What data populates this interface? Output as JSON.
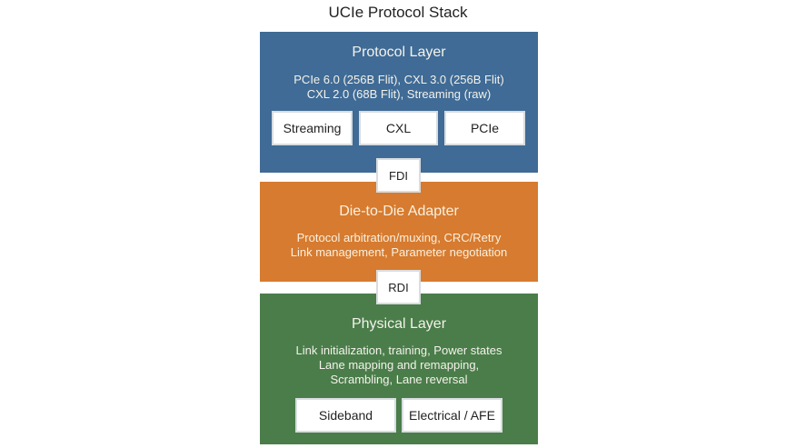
{
  "diagram": {
    "title": "UCIe Protocol Stack",
    "colors": {
      "protocol_layer": "#3f6b96",
      "adapter_layer": "#d67b2f",
      "physical_layer": "#4a7d4a",
      "sub_box": "#ffffff"
    },
    "layers": {
      "protocol": {
        "title": "Protocol Layer",
        "description_lines": [
          "PCIe 6.0 (256B Flit), CXL 3.0 (256B Flit)",
          "CXL 2.0 (68B Flit), Streaming (raw)"
        ],
        "boxes": [
          "Streaming",
          "CXL",
          "PCIe"
        ]
      },
      "adapter": {
        "title": "Die-to-Die Adapter",
        "description_lines": [
          "Protocol arbitration/muxing, CRC/Retry",
          "Link management, Parameter negotiation"
        ]
      },
      "physical": {
        "title": "Physical Layer",
        "description_lines": [
          "Link initialization, training, Power states",
          "Lane mapping and remapping,",
          "Scrambling, Lane reversal"
        ],
        "boxes": [
          "Sideband",
          "Electrical / AFE"
        ]
      }
    },
    "interfaces": {
      "fdi": "FDI",
      "rdi": "RDI"
    }
  }
}
